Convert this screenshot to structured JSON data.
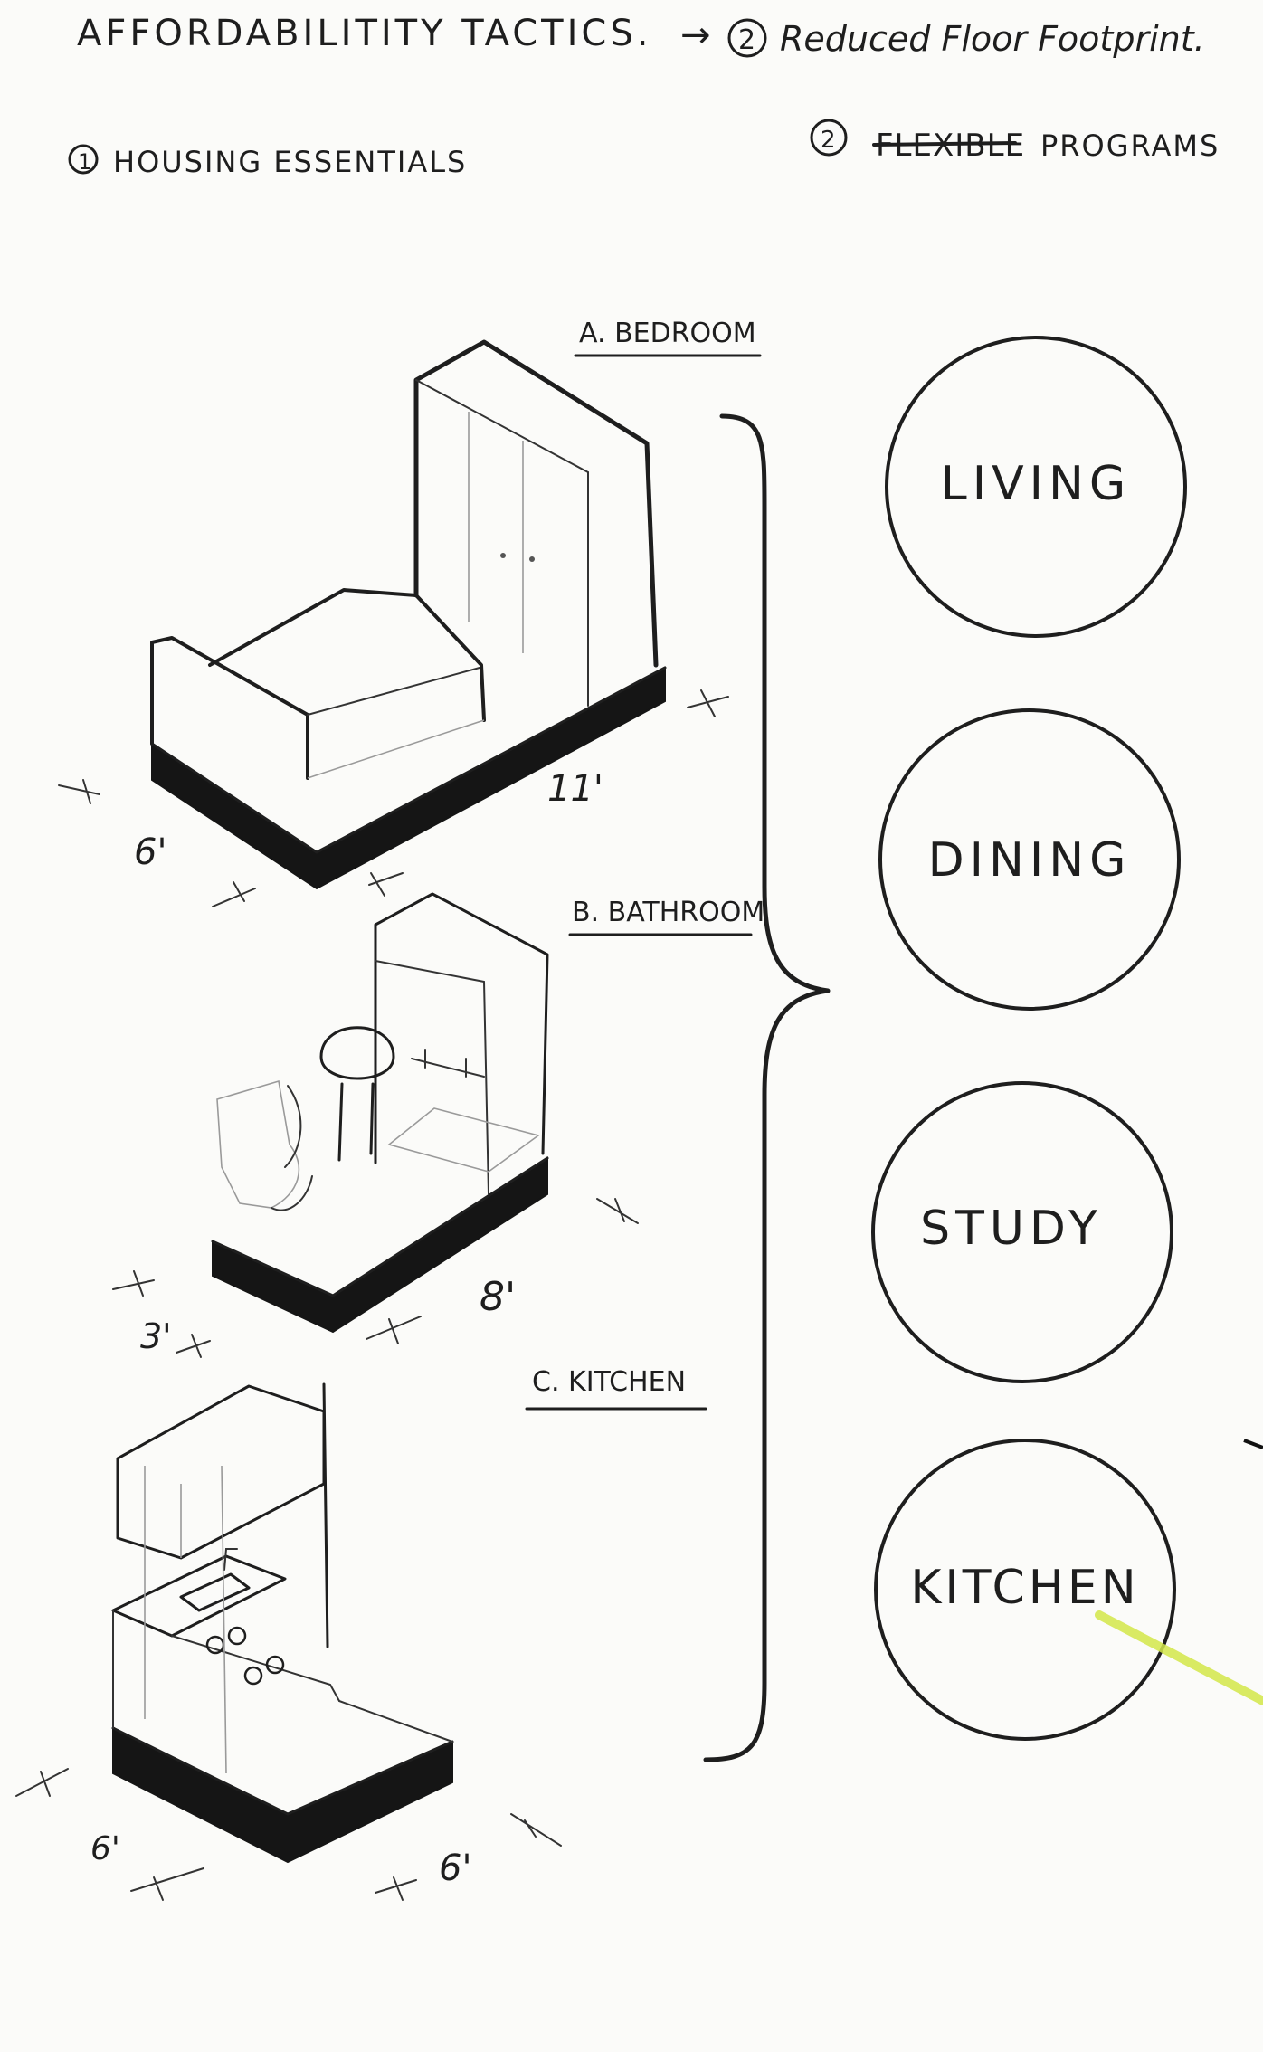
{
  "header": {
    "title": "AFFORDABILITITY TACTICS.",
    "arrow": "→",
    "tactic_number": "2",
    "tactic": "Reduced Floor Footprint."
  },
  "sections": {
    "essentials": {
      "number": "1",
      "label": "HOUSING ESSENTIALS"
    },
    "programs": {
      "number": "2",
      "label_struck": "FLEXIBLE",
      "label": "PROGRAMS"
    }
  },
  "units": {
    "bedroom": {
      "label": "A. BEDROOM",
      "dim_width": "6'",
      "dim_length": "11'"
    },
    "bathroom": {
      "label": "B. BATHROOM",
      "dim_width": "3'",
      "dim_length": "8'"
    },
    "kitchen": {
      "label": "C. KITCHEN",
      "dim_width": "6'",
      "dim_length": "6'"
    }
  },
  "programs": [
    "LIVING",
    "DINING",
    "STUDY",
    "KITCHEN"
  ],
  "colors": {
    "ink": "#1e1e1e",
    "paper": "#fbfbf9",
    "pencil": "#9a9a9a",
    "highlighter": "#d4e84a"
  }
}
